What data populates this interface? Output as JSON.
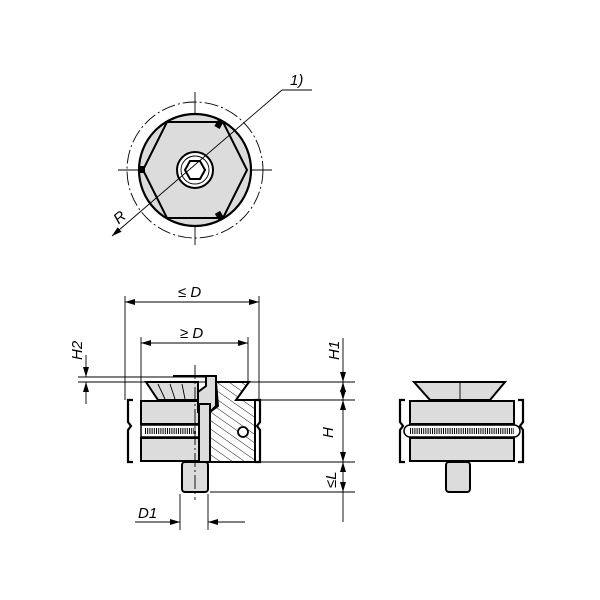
{
  "drawing": {
    "top_view": {
      "note_label": "1)",
      "radius_label": "R"
    },
    "section_view": {
      "max_diameter_label": "≤ D",
      "min_diameter_label": "≥ D",
      "h2_label": "H2",
      "h1_label": "H1",
      "h_label": "H",
      "l_label": "≤L",
      "d1_label": "D1"
    }
  }
}
